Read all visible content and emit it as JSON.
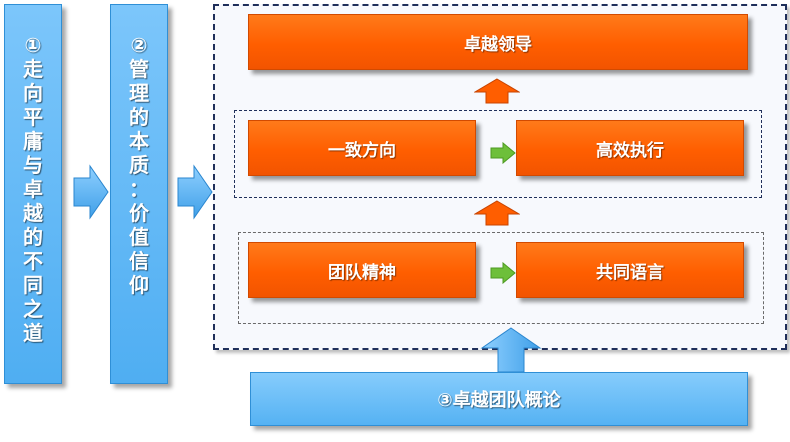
{
  "pillars": [
    {
      "text": "①走向平庸与卓越的不同之道"
    },
    {
      "text": "②管理的本质：价值信仰"
    }
  ],
  "boxes": {
    "leadership": "卓越领导",
    "direction": "一致方向",
    "execution": "高效执行",
    "team_spirit": "团队精神",
    "common_language": "共同语言"
  },
  "bottom_bar": "③卓越团队概论",
  "colors": {
    "orange": "#ff6000",
    "blue": "#55b2f3",
    "arrow_green": "#6dbf3a",
    "frame": "#1f2f5a"
  }
}
